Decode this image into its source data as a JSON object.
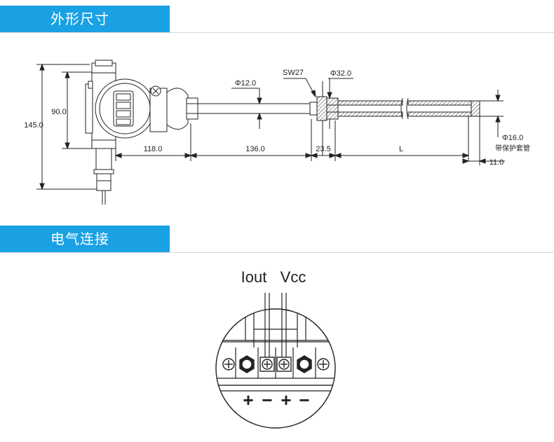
{
  "sections": {
    "dimensions_title": "外形尺寸",
    "wiring_title": "电气连接"
  },
  "dimensions": {
    "height_total": "145.0",
    "height_body": "90.0",
    "len_118": "118.0",
    "len_136": "136.0",
    "len_23_5": "23.5",
    "len_L": "L",
    "len_11": "11.0",
    "dia_12": "Φ12.0",
    "dia_32": "Φ32.0",
    "wrench": "SW27",
    "dia_16": "Φ16.0",
    "sleeve_note": "带保护套管"
  },
  "wiring": {
    "label_iout": "Iout",
    "label_vcc": "Vcc",
    "signs": [
      "+",
      "−",
      "+",
      "−"
    ]
  },
  "colors": {
    "header_bg": "#1aa1e4",
    "header_text": "#ffffff",
    "line": "#222222",
    "hatch_fill": "#bbbbbb"
  }
}
